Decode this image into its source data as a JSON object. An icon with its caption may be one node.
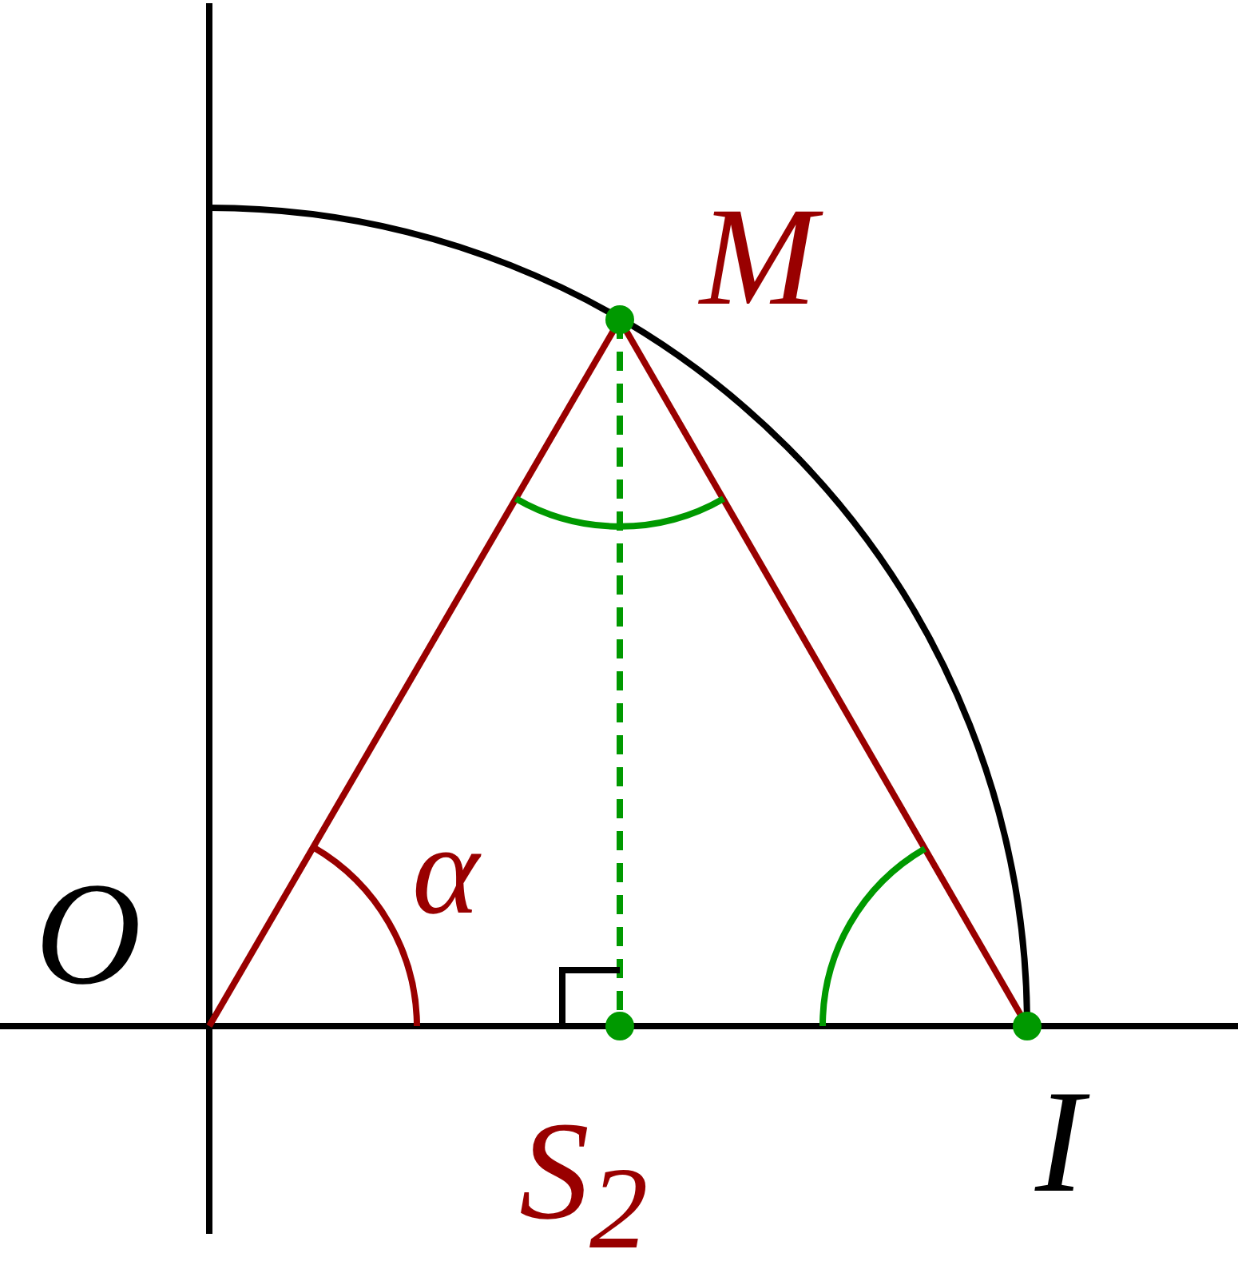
{
  "diagram": {
    "labels": [
      "M",
      "O",
      "α",
      "S$_{2}$",
      "I"
    ]
  }
}
